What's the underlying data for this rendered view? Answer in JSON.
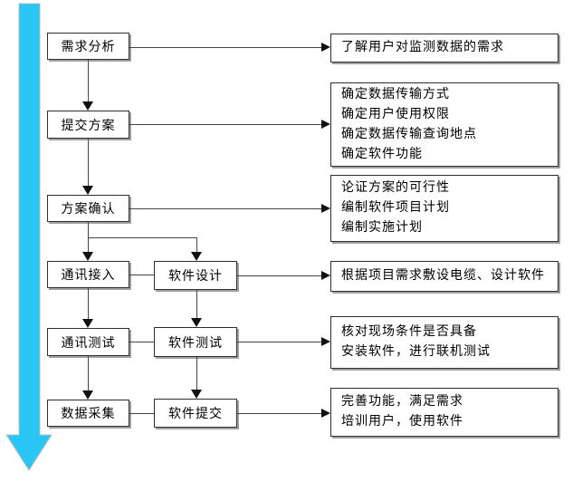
{
  "flow": {
    "phases": [
      {
        "label": "需求分析"
      },
      {
        "label": "提交方案"
      },
      {
        "label": "方案确认"
      },
      {
        "label": "通讯接入"
      },
      {
        "label": "通讯测试"
      },
      {
        "label": "数据采集"
      }
    ],
    "software_phases": [
      {
        "label": "软件设计"
      },
      {
        "label": "软件测试"
      },
      {
        "label": "软件提交"
      }
    ],
    "detail_boxes": [
      {
        "lines": [
          "了解用户对监测数据的需求"
        ]
      },
      {
        "lines": [
          "确定数据传输方式",
          "确定用户使用权限",
          "确定数据传输查询地点",
          "确定软件功能"
        ]
      },
      {
        "lines": [
          "论证方案的可行性",
          "编制软件项目计划",
          "编制实施计划"
        ]
      },
      {
        "lines": [
          "根据项目需求敷设电缆、设计软件"
        ]
      },
      {
        "lines": [
          "核对现场条件是否具备",
          "安装软件，进行联机测试"
        ]
      },
      {
        "lines": [
          "完善功能，满足需求",
          "培训用户，使用软件"
        ]
      }
    ],
    "colors": {
      "timeline_arrow": "#29C5F4",
      "connector": "#444444",
      "box_border": "#2e2e2e"
    }
  }
}
